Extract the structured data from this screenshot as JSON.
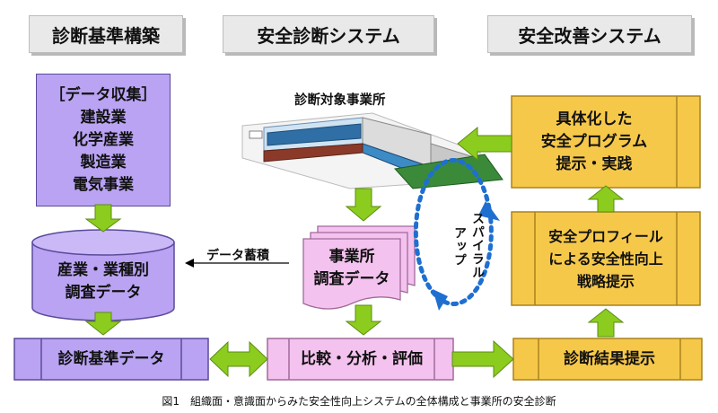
{
  "headers": {
    "left": "診断基準構築",
    "center": "安全診断システム",
    "right": "安全改善システム"
  },
  "data_collection": {
    "title": "［データ収集］",
    "items": [
      "建設業",
      "化学産業",
      "製造業",
      "電気事業"
    ]
  },
  "database": {
    "line1": "産業・業種別",
    "line2": "調査データ"
  },
  "criteria": "診断基準データ",
  "data_storage_label": "データ蓄積",
  "target_site_label": "診断対象事業所",
  "site_data": {
    "line1": "事業所",
    "line2": "調査データ"
  },
  "compare": "比較・分析・評価",
  "spiral": {
    "col1": "スパイラル",
    "col2": "アップ"
  },
  "program": {
    "line1": "具体化した",
    "line2": "安全プログラム",
    "line3": "提示・実践"
  },
  "profile": {
    "line1": "安全プロフィール",
    "line2": "による安全性向上",
    "line3": "戦略提示"
  },
  "result": "診断結果提示",
  "caption": "図1　組織面・意識面からみた安全性向上システムの全体構成と事業所の安全診断",
  "colors": {
    "purple": "#b9a3f2",
    "yellow": "#f6c84a",
    "pink": "#f4c2ee",
    "green": "#8ccc1f",
    "blue_dots": "#1f6fd0"
  }
}
